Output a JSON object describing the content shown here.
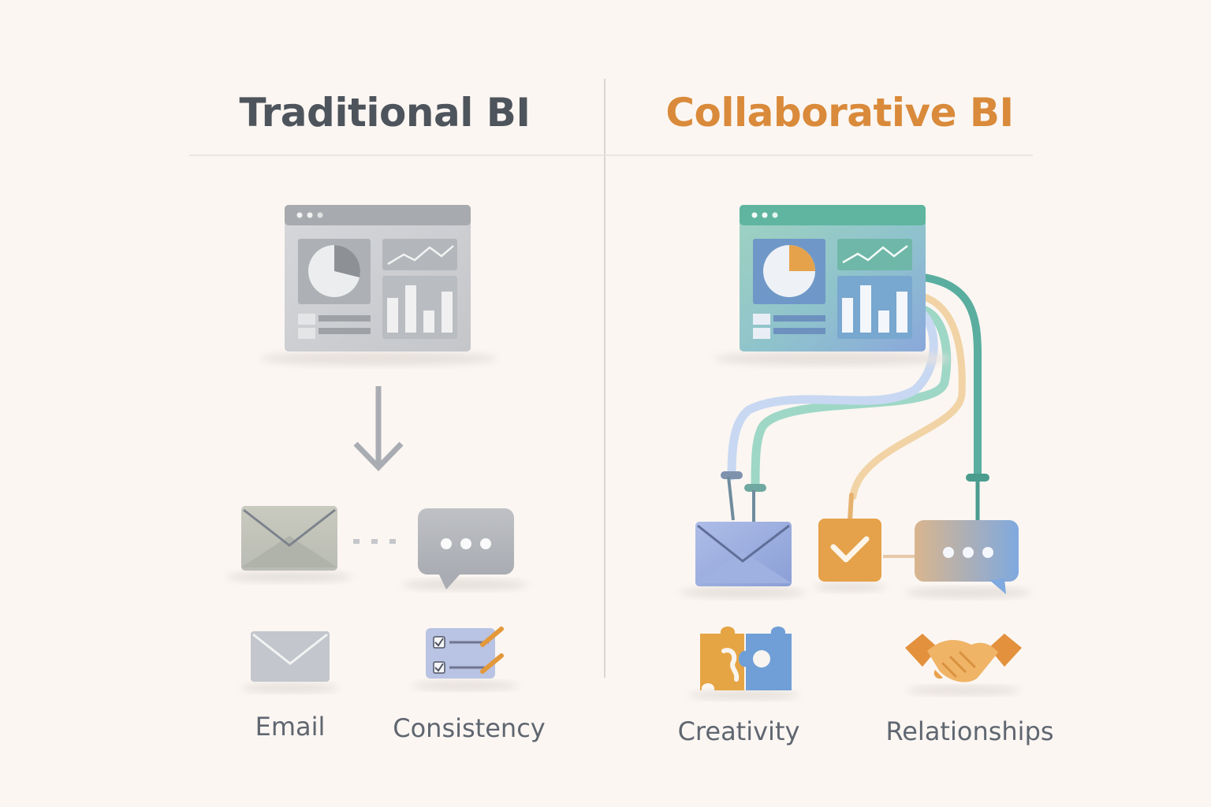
{
  "left": {
    "title": "Traditional BI",
    "labels": {
      "email": "Email",
      "consistency": "Consistency"
    }
  },
  "right": {
    "title": "Collaborative BI",
    "labels": {
      "creativity": "Creativity",
      "relationships": "Relationships"
    }
  },
  "colors": {
    "background": "#fbf6f2",
    "traditional_title": "#4e545c",
    "collaborative_title": "#d98a3a",
    "teal": "#5aaea0",
    "orange": "#e5a24a",
    "blue": "#8aa6d8",
    "gray": "#b5b8bd"
  },
  "icons": {
    "left_dashboard": "dashboard-window-icon",
    "left_arrow": "down-arrow-icon",
    "left_envelope": "envelope-icon",
    "left_chat": "chat-bubble-icon",
    "left_email_small": "envelope-icon",
    "left_checklist": "checklist-icon",
    "right_dashboard": "dashboard-window-icon",
    "right_envelope": "envelope-icon",
    "right_check": "checkmark-icon",
    "right_chat": "chat-bubble-icon",
    "right_puzzle": "puzzle-icon",
    "right_handshake": "handshake-icon"
  }
}
